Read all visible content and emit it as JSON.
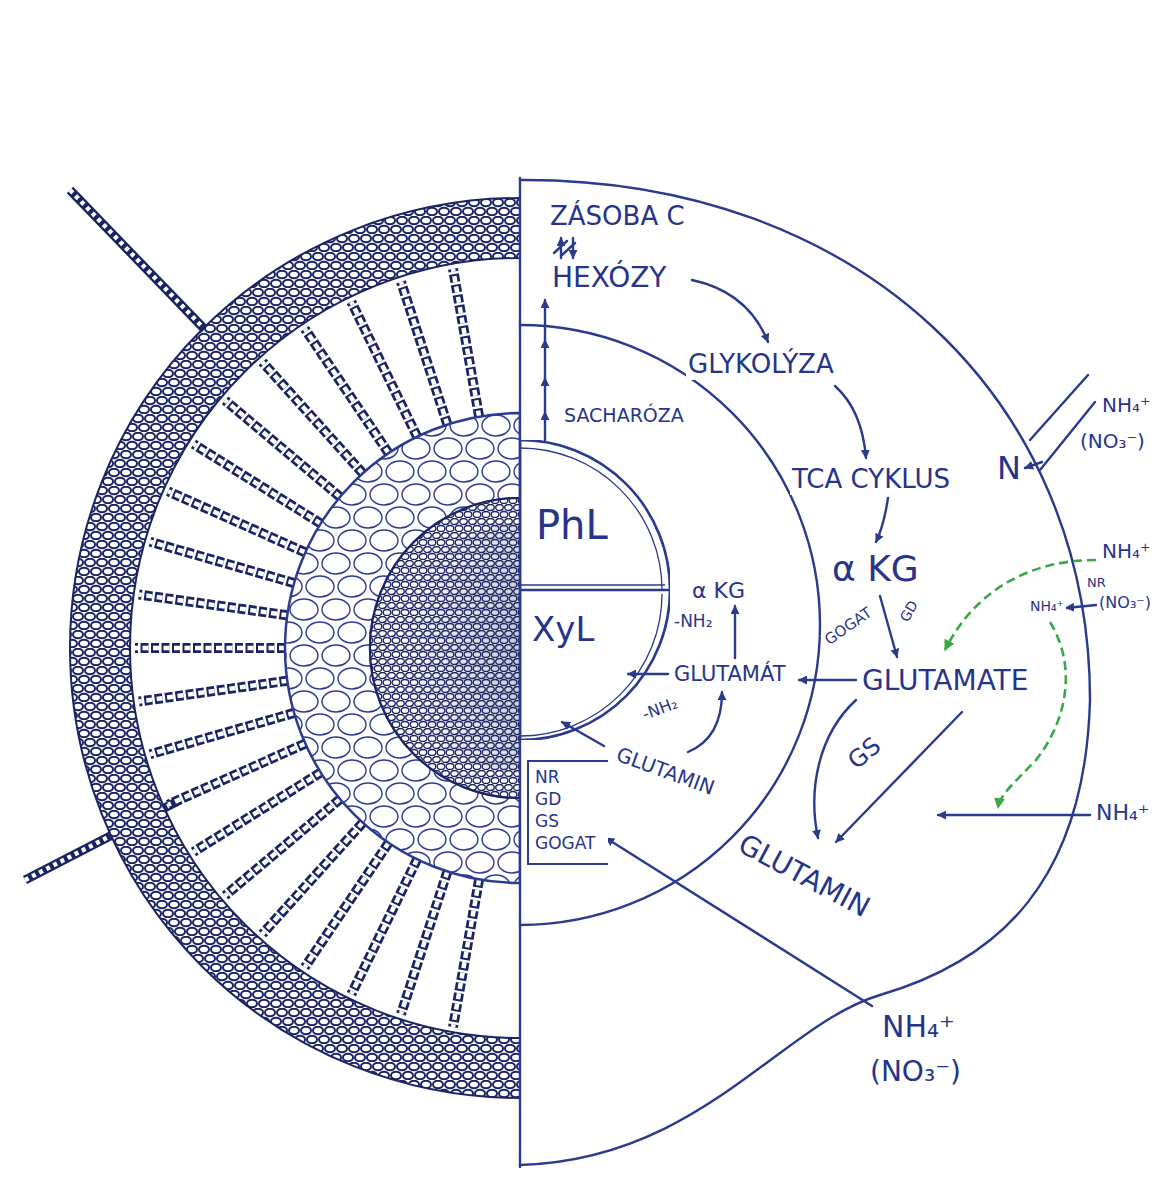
{
  "diagram": {
    "nodes": [
      {
        "text": [
          "PhL"
        ]
      },
      {
        "text": [
          "XyL"
        ]
      },
      {
        "text": [
          "NR",
          "GD",
          "GS",
          "GOGAT"
        ]
      }
    ],
    "labels": [
      "ZÁSOBA C",
      "HEXÓZY",
      "GLYKOLÝZA",
      "TCA CYKLUS",
      "SACHARÓZA",
      "α KG",
      "-NH₂",
      "GLUTAMÁT",
      "-NH₂",
      "GLUTAMIN",
      "α KG",
      "GOGAT",
      "GD",
      "GLUTAMATE",
      "GS",
      "GLUTAMIN",
      "N",
      "NH₄⁺",
      "(NO₃⁻)",
      "NH₄⁺",
      "NR",
      "(NO₃⁻)",
      "NH₄⁺",
      "NH₄⁺",
      "NH₄⁺",
      "(NO₃⁻)"
    ]
  }
}
